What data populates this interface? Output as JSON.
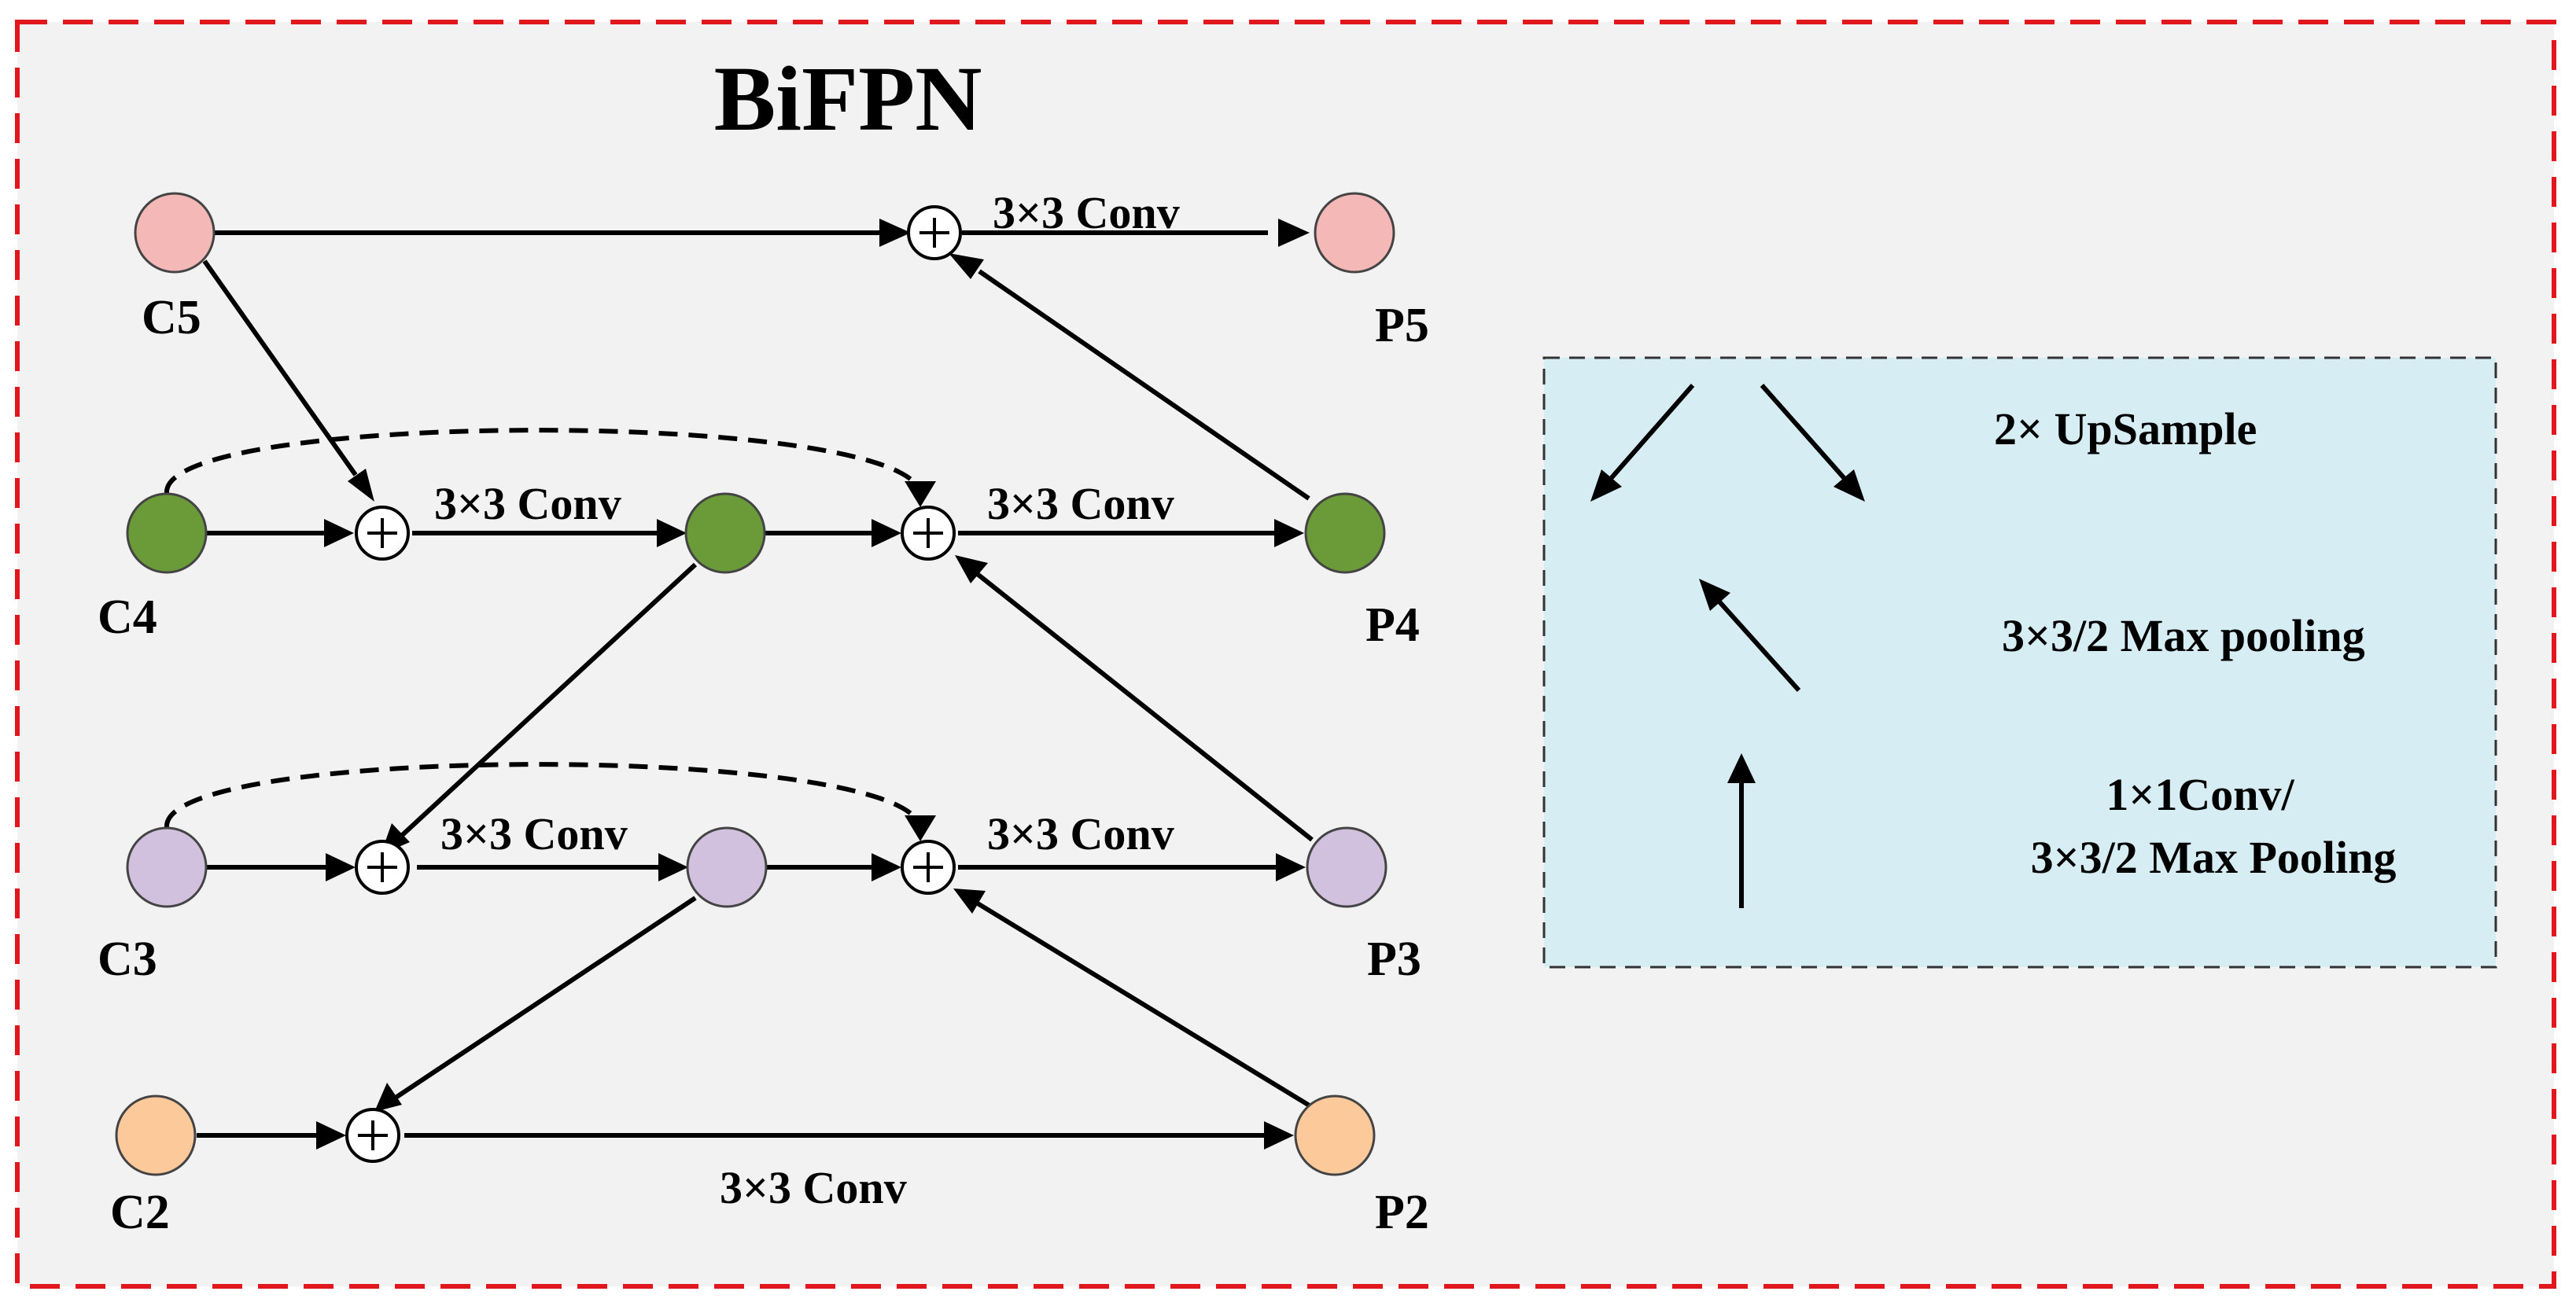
{
  "title": "BiFPN",
  "colors": {
    "c5": "#f4b9b6",
    "c4": "#6b9a38",
    "c3": "#d2c1de",
    "c2": "#fcc99b",
    "background": "#f2f2f2",
    "border": "#e2171e",
    "legend_bg": "#d6eef3"
  },
  "nodes": {
    "c5": "C5",
    "c4": "C4",
    "c3": "C3",
    "c2": "C2",
    "p5": "P5",
    "p4": "P4",
    "p3": "P3",
    "p2": "P2"
  },
  "edge_labels": {
    "top_conv": "3×3 Conv",
    "c4_conv": "3×3 Conv",
    "p4_conv": "3×3 Conv",
    "c3_conv": "3×3 Conv",
    "p3_conv": "3×3 Conv",
    "bottom_conv": "3×3 Conv"
  },
  "legend": {
    "upsample": "2× UpSample",
    "maxpool": "3×3/2 Max pooling",
    "conv_line1": "1×1Conv/",
    "conv_line2": "3×3/2 Max Pooling"
  },
  "icons": {
    "plus": "add-node-icon"
  }
}
